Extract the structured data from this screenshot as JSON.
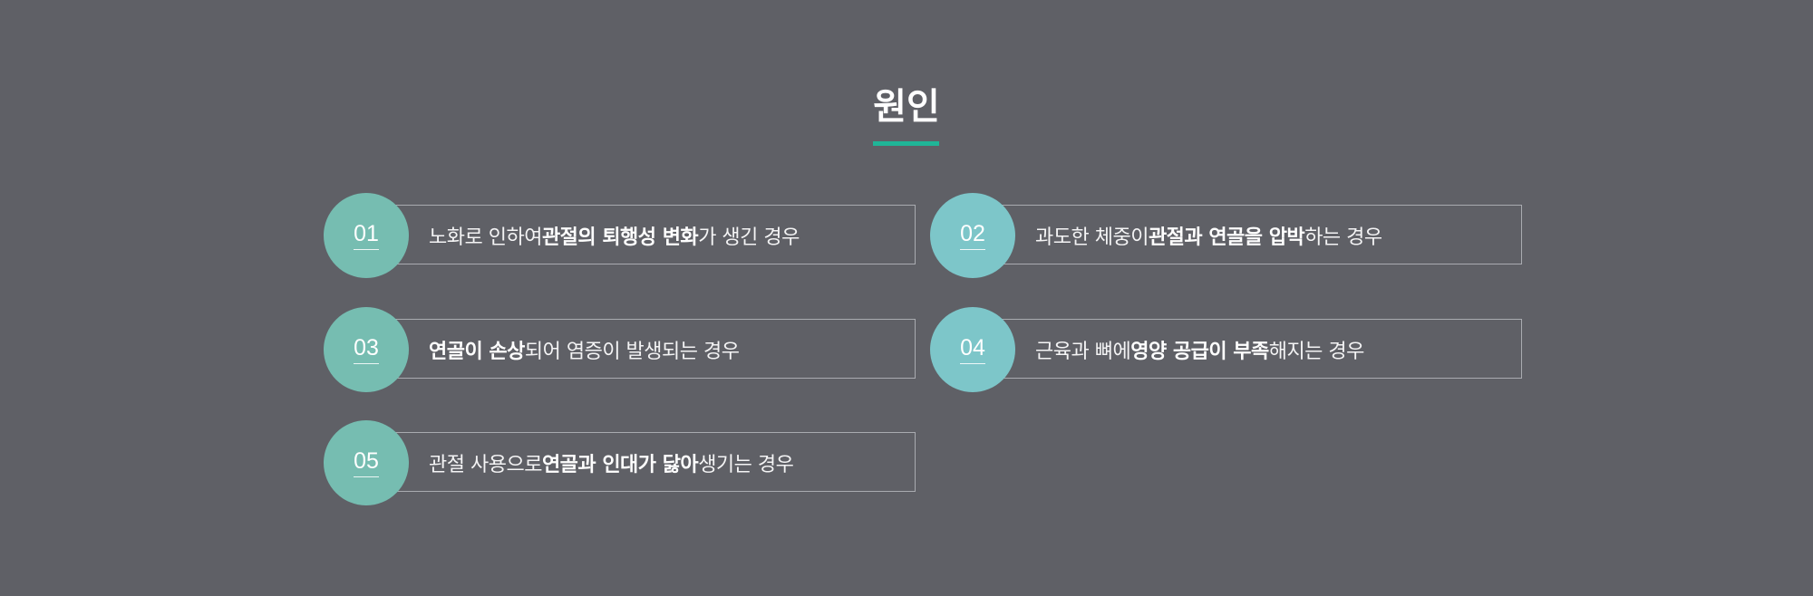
{
  "heading": {
    "title": "원인",
    "underline_color": "#1fb597"
  },
  "colors": {
    "background": "#5f6066",
    "circle_left": "#76bdb1",
    "circle_right": "#7dc6c9",
    "box_border": "#a9abb0"
  },
  "causes": [
    {
      "number": "01",
      "prefix": "노화로 인하여 ",
      "emphasis": "관절의 퇴행성 변화",
      "suffix": "가 생긴 경우"
    },
    {
      "number": "02",
      "prefix": "과도한 체중이 ",
      "emphasis": "관절과 연골을 압박",
      "suffix": "하는 경우"
    },
    {
      "number": "03",
      "prefix": "",
      "emphasis": "연골이 손상",
      "suffix": "되어 염증이 발생되는 경우"
    },
    {
      "number": "04",
      "prefix": "근육과 뼈에 ",
      "emphasis": "영양 공급이 부족",
      "suffix": "해지는 경우"
    },
    {
      "number": "05",
      "prefix": "관절 사용으로 ",
      "emphasis": "연골과 인대가 닳아",
      "suffix": " 생기는 경우"
    }
  ]
}
